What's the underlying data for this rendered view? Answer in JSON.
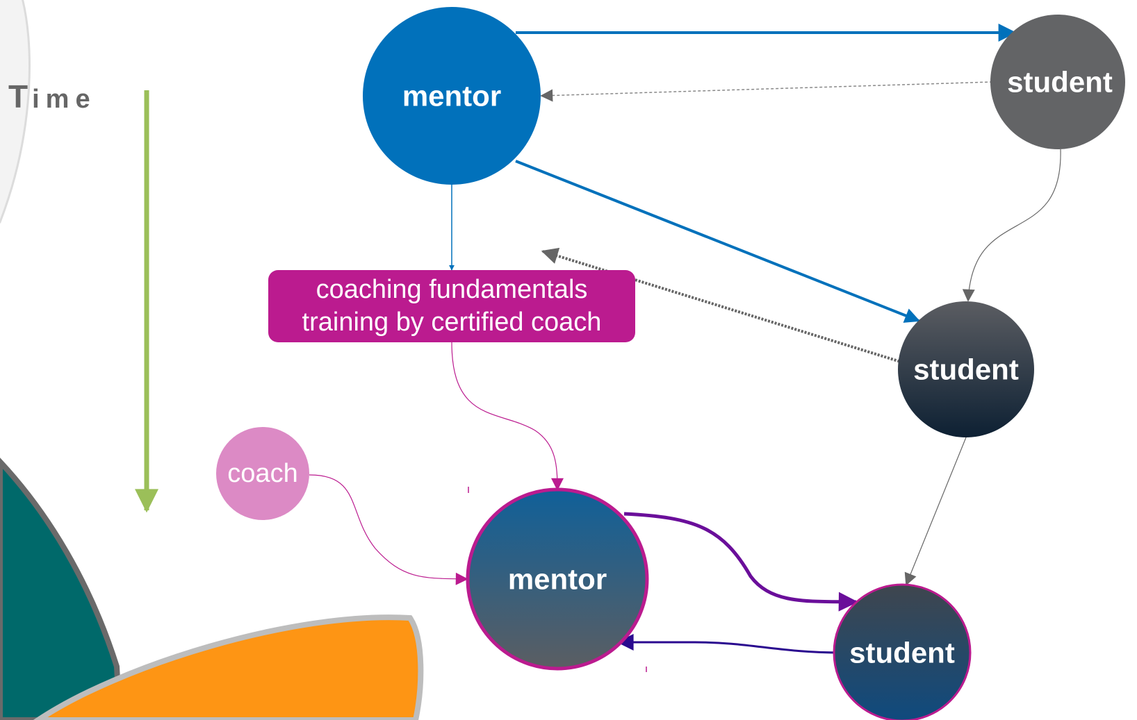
{
  "time_label": {
    "first": "T",
    "rest": "ime"
  },
  "nodes": {
    "mentor_top": "mentor",
    "student_top_right": "student",
    "student_middle": "student",
    "student_bottom": "student",
    "mentor_bottom": "mentor",
    "coach": "coach"
  },
  "training_box": {
    "line1": "coaching fundamentals",
    "line2": "training by certified coach"
  },
  "colors": {
    "mentor_blue": "#0171bb",
    "student_gray": "#636466",
    "training_magenta": "#bb1b8f",
    "coach_pink": "#dc8ac5",
    "time_arrow_green": "#9bbf59",
    "purple_edge": "#6a0e9a",
    "indigo_edge": "#2a0a8f",
    "teal_petal": "#00696a",
    "orange_petal": "#fe9514"
  }
}
